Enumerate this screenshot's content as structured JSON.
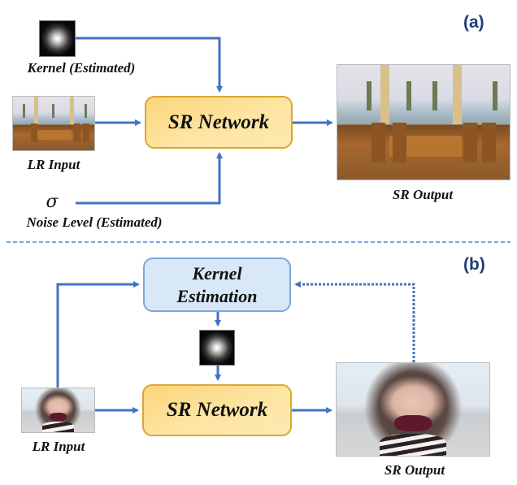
{
  "figure": {
    "colors": {
      "arrow": "#4472c4",
      "separator": "#4472c4",
      "sr_box_fill": "#fde3a0",
      "sr_box_border": "#d9a730",
      "ke_box_fill": "#d9e8f8",
      "ke_box_border": "#7aa7dc",
      "panel_tag": "#1f3d7a"
    },
    "panel_a": {
      "tag": "(a)",
      "kernel_label": "Kernel (Estimated)",
      "kernel_icon": "blur-kernel-icon",
      "lr_input_label": "LR Input",
      "sr_network_label": "SR Network",
      "sr_output_label": "SR Output",
      "noise_symbol": "σ",
      "noise_label": "Noise Level (Estimated)",
      "lr_image": "restaurant-lowres-image",
      "sr_image": "restaurant-highres-image"
    },
    "panel_b": {
      "tag": "(b)",
      "kernel_estimation_line1": "Kernel",
      "kernel_estimation_line2": "Estimation",
      "kernel_icon": "blur-kernel-icon",
      "sr_network_label": "SR Network",
      "lr_input_label": "LR Input",
      "sr_output_label": "SR Output",
      "lr_image": "portrait-lowres-image",
      "sr_image": "portrait-highres-image",
      "feedback_arrow_style": "dotted"
    }
  }
}
